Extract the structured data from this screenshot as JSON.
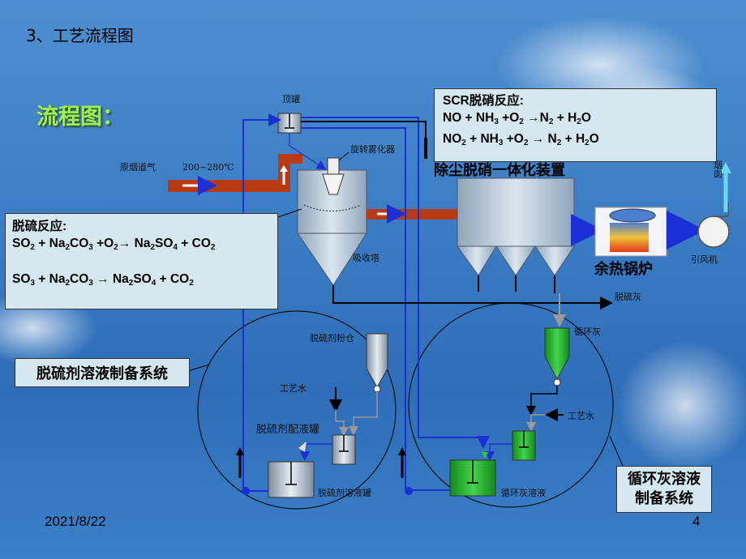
{
  "slide": {
    "heading": "3、工艺流程图",
    "flow_title": "流程图：",
    "date": "2021/8/22",
    "page_number": "4"
  },
  "scr_box": {
    "title": "SCR脱硝反应:",
    "line1": {
      "a": "NO + NH",
      "b": "3",
      "c": " +O",
      "d": "2",
      "e": " →N",
      "f": "2",
      "g": "  + H",
      "h": "2",
      "i": "O"
    },
    "line2": {
      "a": "NO",
      "b": "2",
      "c": " + NH",
      "d": "3",
      "e": " +O",
      "f": "2",
      "g": "  → N",
      "h": "2",
      "i": " + H",
      "j": "2",
      "k": "O"
    }
  },
  "desulf_box": {
    "title": "脱硫反应:",
    "line1": {
      "a": "SO",
      "b": "2",
      "c": " + Na",
      "d": "2",
      "e": "CO",
      "f": "3",
      "g": " +O",
      "h": "2",
      "i": "→  Na",
      "j": "2",
      "k": "SO",
      "l": "4",
      "m": "  + CO",
      "n": "2"
    },
    "line2": {
      "a": "SO",
      "b": "3",
      "c": " + Na",
      "d": "2",
      "e": "CO",
      "f": "3",
      "g": " →  Na",
      "h": "2",
      "i": "SO",
      "j": "4",
      "k": " + CO",
      "l": "2"
    }
  },
  "labels": {
    "top_tank": "顶罐",
    "raw_flue_gas": "原烟道气",
    "temperature": "200~280℃",
    "rotary_atomizer": "旋转雾化器",
    "absorber": "吸收塔",
    "integrated_unit": "除尘脱硝一体化装置",
    "chimney": "烟囱",
    "induced_fan": "引风机",
    "waste_heat_boiler": "余热锅炉",
    "desulf_ash": "脱硫灰",
    "circulating_ash": "循环灰",
    "desulfurizer_powder_bin": "脱硫剂粉仓",
    "process_water_left": "工艺水",
    "process_water_right": "工艺水",
    "desulfurizer_mixing_tank": "脱硫剂配液罐",
    "desulfurizer_solution_tank": "脱硫剂溶液罐",
    "circulating_ash_solution": "循环灰溶液"
  },
  "system_labels": {
    "desulfurizer_system": "脱硫剂溶液制备系统",
    "ash_system_line1": "循环灰溶液",
    "ash_system_line2": "制备系统"
  },
  "colors": {
    "background": "#3d7fc6",
    "flue_duct": "#b83a12",
    "pipe_blue": "#1a2fd6",
    "pipe_black": "#000000",
    "green_tank": "#1fae2a",
    "box_fill": "#d6e8ef",
    "flow_title": "#9ff04a"
  }
}
